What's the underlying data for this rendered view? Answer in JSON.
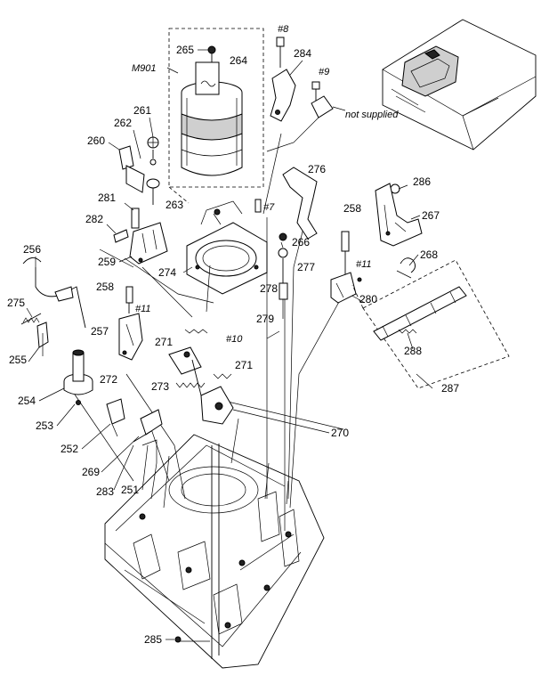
{
  "diagram": {
    "labels": [
      {
        "id": "p265",
        "text": "265"
      },
      {
        "id": "p264",
        "text": "264"
      },
      {
        "id": "m901",
        "text": "M901"
      },
      {
        "id": "s8",
        "text": "#8"
      },
      {
        "id": "p284",
        "text": "284"
      },
      {
        "id": "s9",
        "text": "#9"
      },
      {
        "id": "p261",
        "text": "261"
      },
      {
        "id": "p262",
        "text": "262"
      },
      {
        "id": "p260",
        "text": "260"
      },
      {
        "id": "p263",
        "text": "263"
      },
      {
        "id": "p276",
        "text": "276"
      },
      {
        "id": "p286",
        "text": "286"
      },
      {
        "id": "p281",
        "text": "281"
      },
      {
        "id": "s7",
        "text": "#7"
      },
      {
        "id": "p258a",
        "text": "258"
      },
      {
        "id": "p267",
        "text": "267"
      },
      {
        "id": "p282",
        "text": "282"
      },
      {
        "id": "p256",
        "text": "256"
      },
      {
        "id": "p266",
        "text": "266"
      },
      {
        "id": "p259",
        "text": "259"
      },
      {
        "id": "p274",
        "text": "274"
      },
      {
        "id": "p277",
        "text": "277"
      },
      {
        "id": "s11a",
        "text": "#11"
      },
      {
        "id": "p268",
        "text": "268"
      },
      {
        "id": "p278",
        "text": "278"
      },
      {
        "id": "p258b",
        "text": "258"
      },
      {
        "id": "p280",
        "text": "280"
      },
      {
        "id": "p275",
        "text": "275"
      },
      {
        "id": "s11b",
        "text": "#11"
      },
      {
        "id": "p279",
        "text": "279"
      },
      {
        "id": "p257",
        "text": "257"
      },
      {
        "id": "s10",
        "text": "#10"
      },
      {
        "id": "p271a",
        "text": "271"
      },
      {
        "id": "p255",
        "text": "255"
      },
      {
        "id": "p288",
        "text": "288"
      },
      {
        "id": "p271b",
        "text": "271"
      },
      {
        "id": "p272",
        "text": "272"
      },
      {
        "id": "p273",
        "text": "273"
      },
      {
        "id": "p287",
        "text": "287"
      },
      {
        "id": "p254",
        "text": "254"
      },
      {
        "id": "p253",
        "text": "253"
      },
      {
        "id": "p270",
        "text": "270"
      },
      {
        "id": "p252",
        "text": "252"
      },
      {
        "id": "p269",
        "text": "269"
      },
      {
        "id": "p283",
        "text": "283"
      },
      {
        "id": "p251",
        "text": "251"
      },
      {
        "id": "p285",
        "text": "285"
      }
    ],
    "note_not_supplied": "not supplied"
  }
}
